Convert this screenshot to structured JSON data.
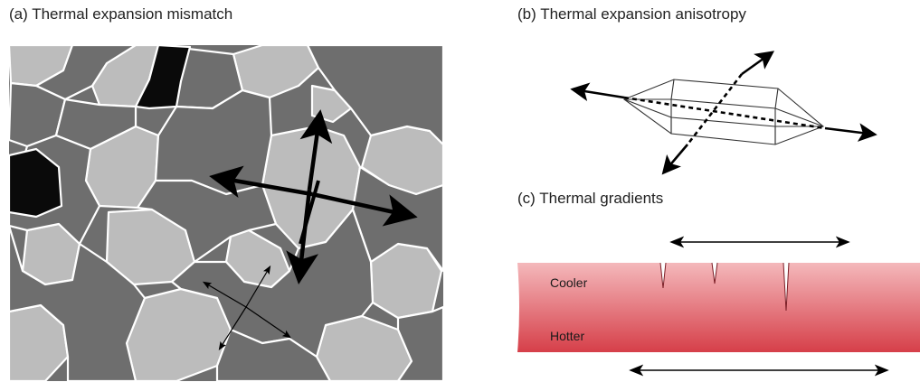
{
  "panels": {
    "a": {
      "title": "(a) Thermal expansion mismatch"
    },
    "b": {
      "title": "(b) Thermal expansion anisotropy"
    },
    "c": {
      "title": "(c) Thermal gradients",
      "upper_label": "Cooler",
      "lower_label": "Hotter"
    }
  },
  "colors": {
    "grain_dark": "#6e6e6e",
    "grain_light": "#bcbcbc",
    "grain_black": "#0a0a0a",
    "boundary": "#ffffff",
    "arrow": "#000000",
    "bar_top": "#f3b3b6",
    "bar_bottom": "#d9404a"
  },
  "icons": [
    "double-arrow-icon",
    "crystal-icon"
  ]
}
